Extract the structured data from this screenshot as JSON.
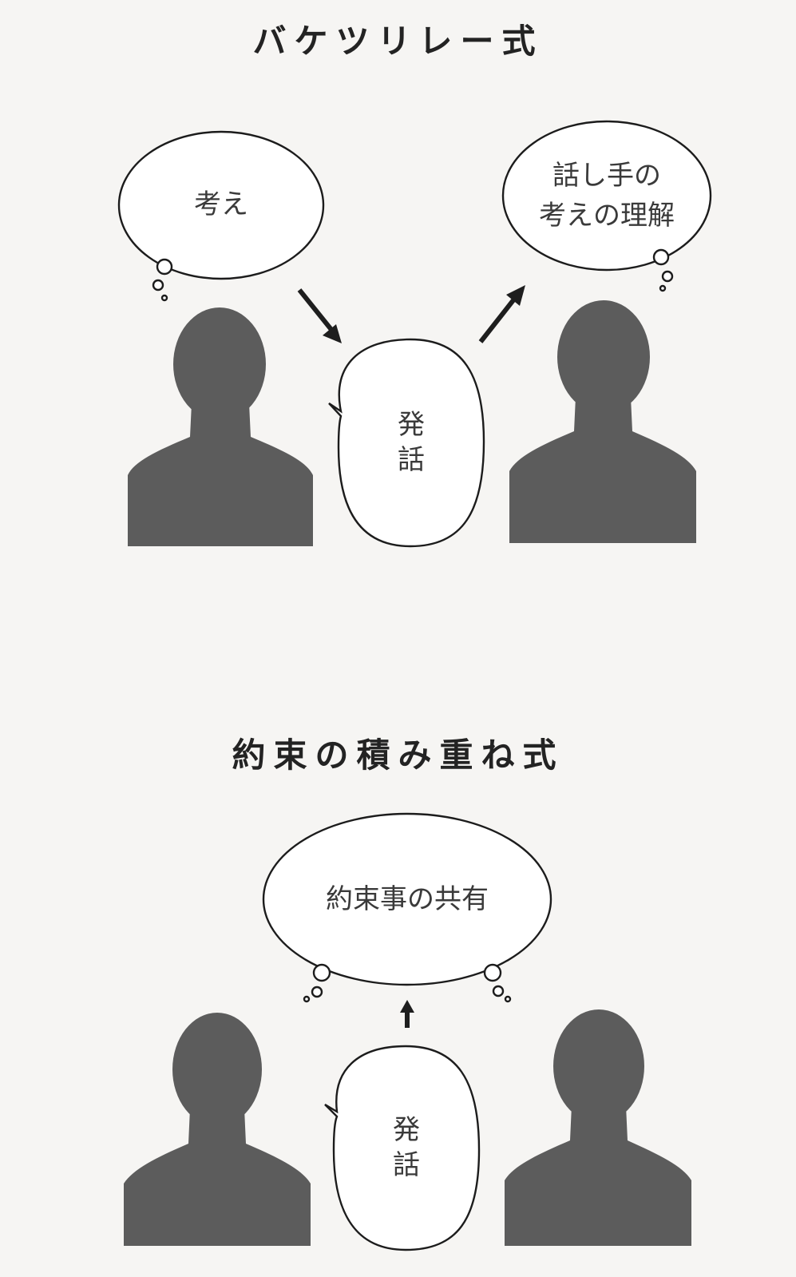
{
  "sections": [
    {
      "title": "バケツリレー式",
      "speaker_thought": "考え",
      "listener_thought": [
        "話し手の",
        "考えの理解"
      ],
      "utterance": "発\n話"
    },
    {
      "title": "約束の積み重ね式",
      "shared_thought": "約束事の共有",
      "utterance": "発\n話"
    }
  ],
  "colors": {
    "silhouette": "#5c5c5c",
    "outline": "#1c1c1c",
    "background": "#f6f5f3"
  }
}
